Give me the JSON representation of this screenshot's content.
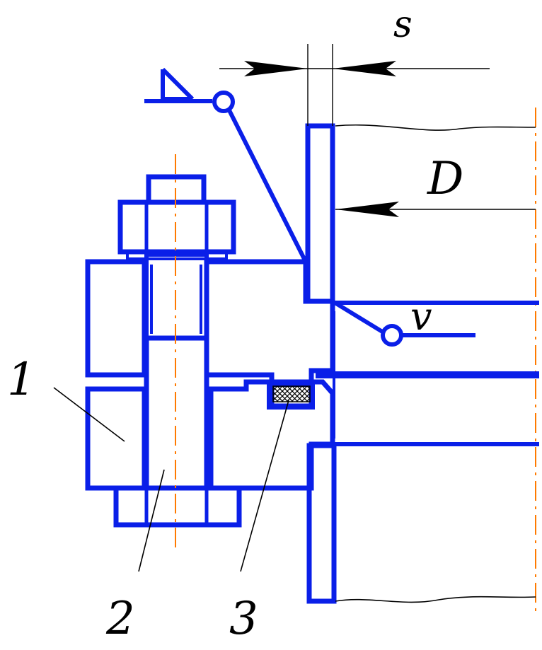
{
  "labels": {
    "s": "s",
    "D": "D",
    "v": "v",
    "part1": "1",
    "part2": "2",
    "part3": "3"
  },
  "colors": {
    "outline": "#0a1fe8",
    "axis": "#ff7a00",
    "ink": "#000000"
  },
  "icons": {
    "weld-symbol": "weld-triangle-icon",
    "leader-circle": "circle-node-icon"
  }
}
